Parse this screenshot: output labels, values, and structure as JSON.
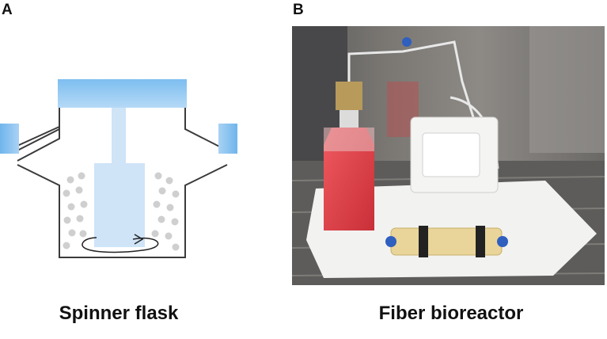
{
  "figure": {
    "panel_a": {
      "letter": "A",
      "caption": "Spinner flask"
    },
    "panel_b": {
      "letter": "B",
      "caption": "Fiber bioreactor"
    }
  },
  "colors": {
    "blue_fill": "#8fc8f2",
    "blue_pale": "#cfe4f7",
    "dot_gray": "#cfcfcf",
    "medium_red": "#e8434a"
  }
}
